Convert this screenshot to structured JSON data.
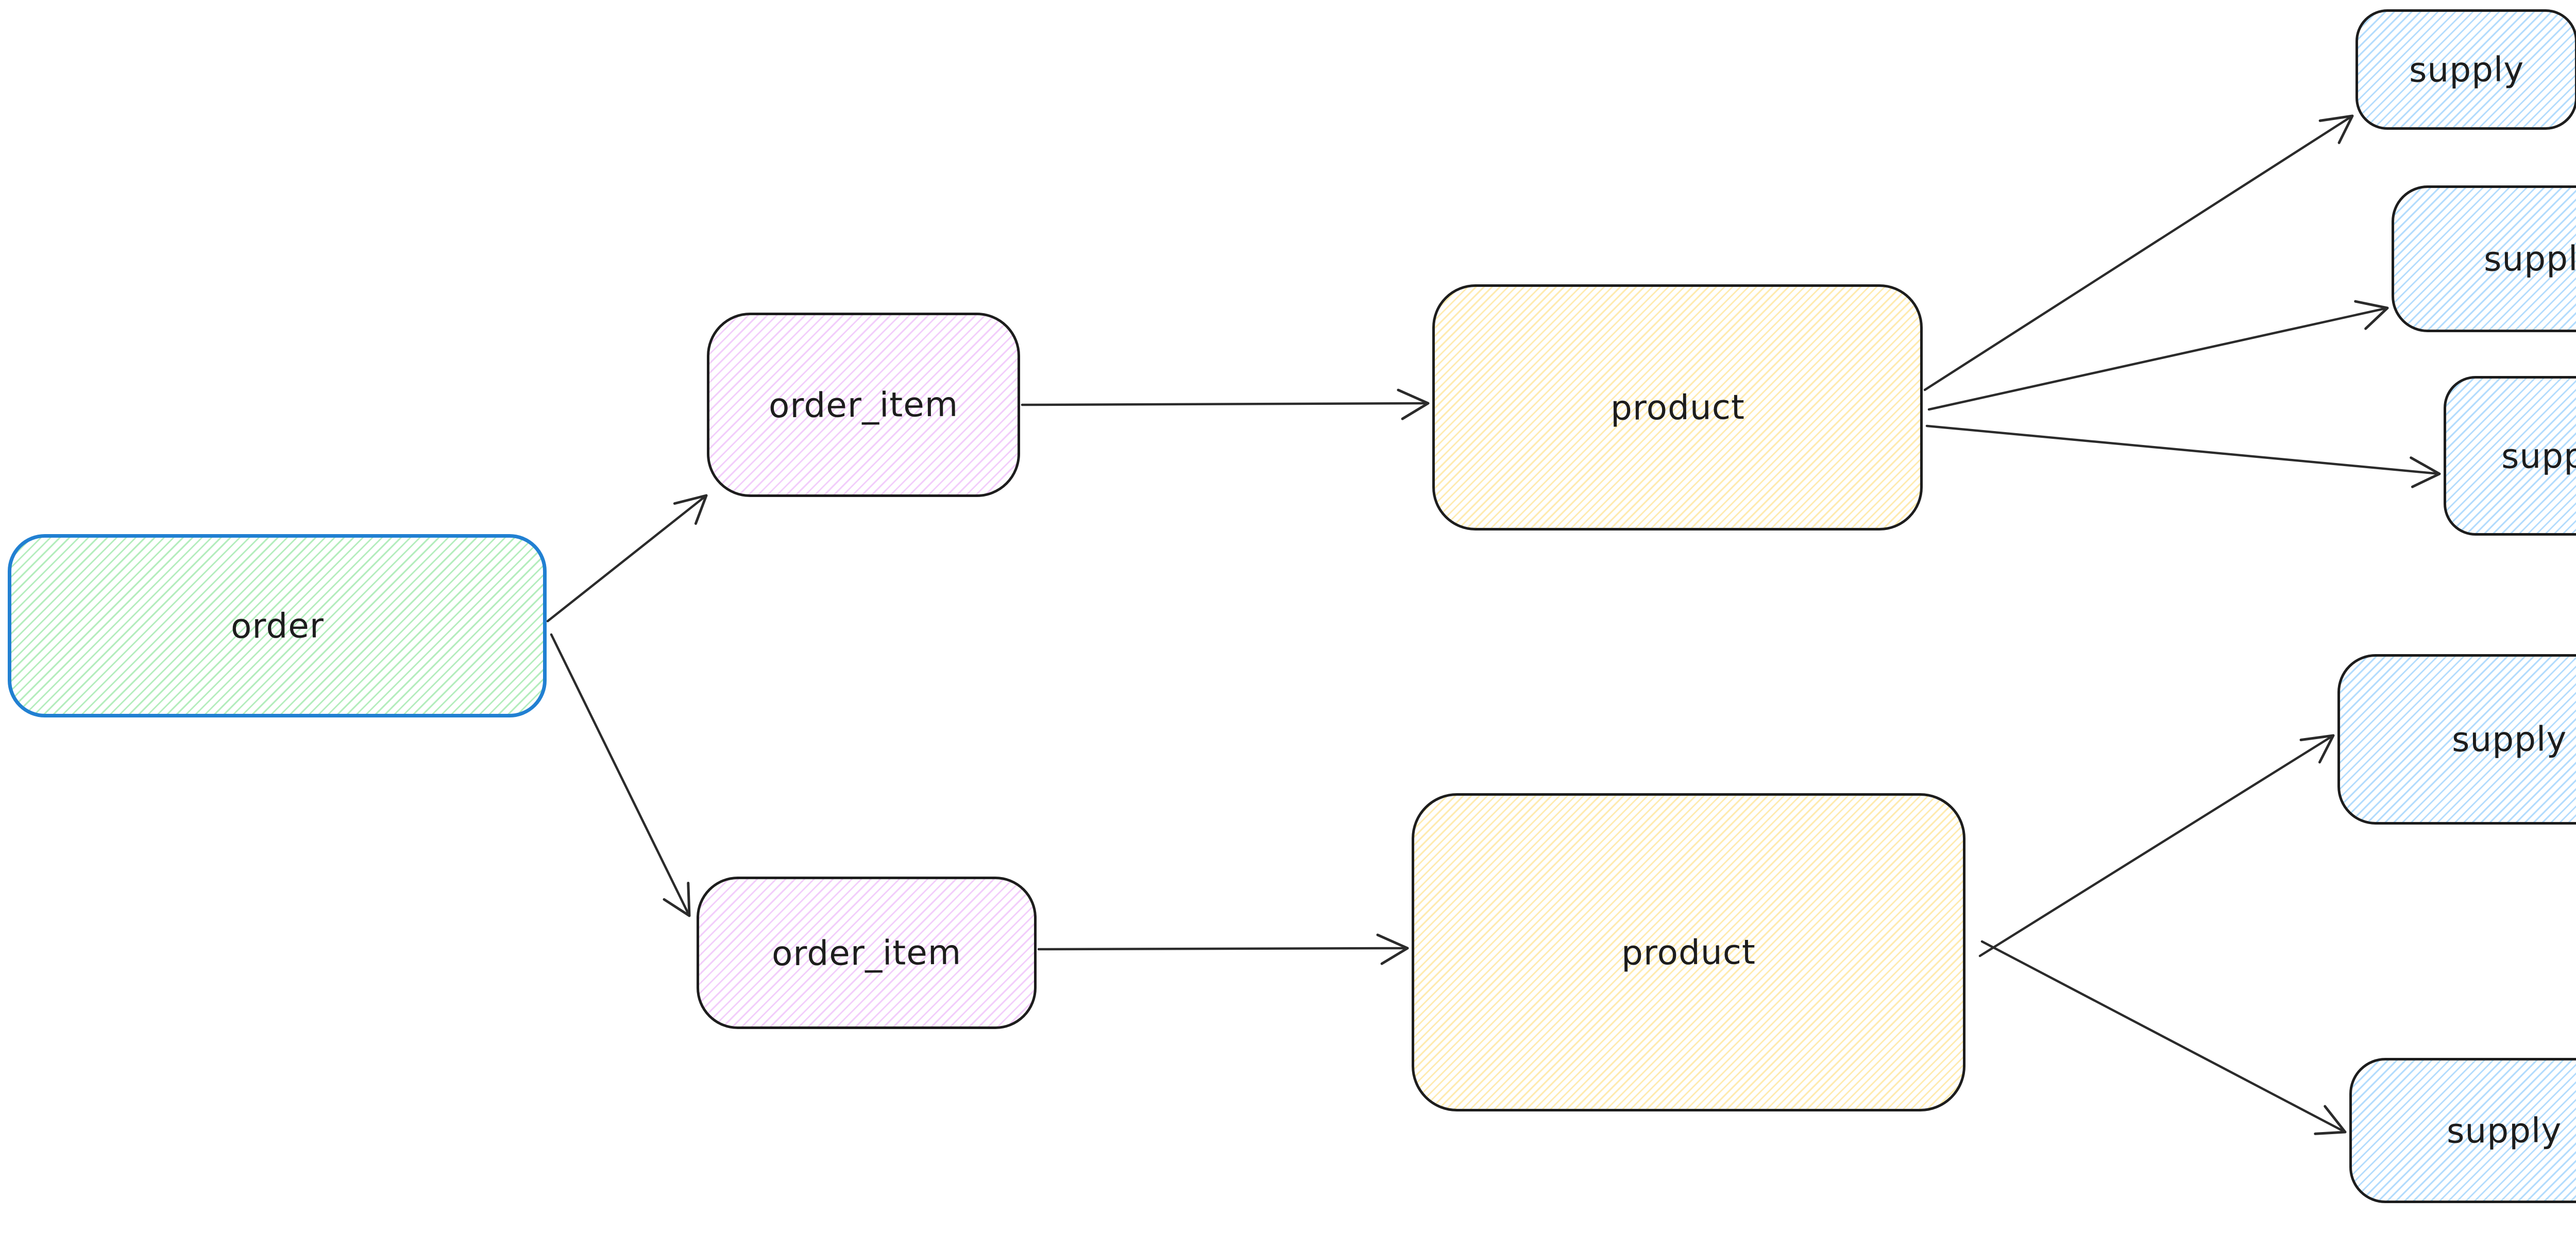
{
  "diagram": {
    "tool_style": "excalidraw-hand-drawn",
    "background": "#ffffff",
    "nodes": [
      {
        "id": "order",
        "label": "order",
        "stroke": "#2180d2",
        "fill_hachure": "#69db7c"
      },
      {
        "id": "order_item_1",
        "label": "order_item",
        "stroke": "#1d1d1d",
        "fill_hachure": "#e599f7"
      },
      {
        "id": "order_item_2",
        "label": "order_item",
        "stroke": "#1d1d1d",
        "fill_hachure": "#e599f7"
      },
      {
        "id": "product_1",
        "label": "product",
        "stroke": "#1d1d1d",
        "fill_hachure": "#ffd250"
      },
      {
        "id": "product_2",
        "label": "product",
        "stroke": "#1d1d1d",
        "fill_hachure": "#ffd250"
      },
      {
        "id": "supply_1",
        "label": "supply",
        "stroke": "#1d1d1d",
        "fill_hachure": "#74c0fc"
      },
      {
        "id": "supply_2",
        "label": "supply",
        "stroke": "#1d1d1d",
        "fill_hachure": "#74c0fc"
      },
      {
        "id": "supply_3",
        "label": "supply",
        "stroke": "#1d1d1d",
        "fill_hachure": "#74c0fc"
      },
      {
        "id": "supply_4",
        "label": "supply",
        "stroke": "#1d1d1d",
        "fill_hachure": "#74c0fc"
      },
      {
        "id": "supply_5",
        "label": "supply",
        "stroke": "#1d1d1d",
        "fill_hachure": "#74c0fc"
      }
    ],
    "edges": [
      {
        "from": "order",
        "to": "order_item_1"
      },
      {
        "from": "order",
        "to": "order_item_2"
      },
      {
        "from": "order_item_1",
        "to": "product_1"
      },
      {
        "from": "order_item_2",
        "to": "product_2"
      },
      {
        "from": "product_1",
        "to": "supply_1"
      },
      {
        "from": "product_1",
        "to": "supply_2"
      },
      {
        "from": "product_1",
        "to": "supply_3"
      },
      {
        "from": "product_2",
        "to": "supply_4"
      },
      {
        "from": "product_2",
        "to": "supply_5"
      }
    ],
    "edge_color": "#2b2b2b",
    "text_color": "#1d1d1d"
  }
}
